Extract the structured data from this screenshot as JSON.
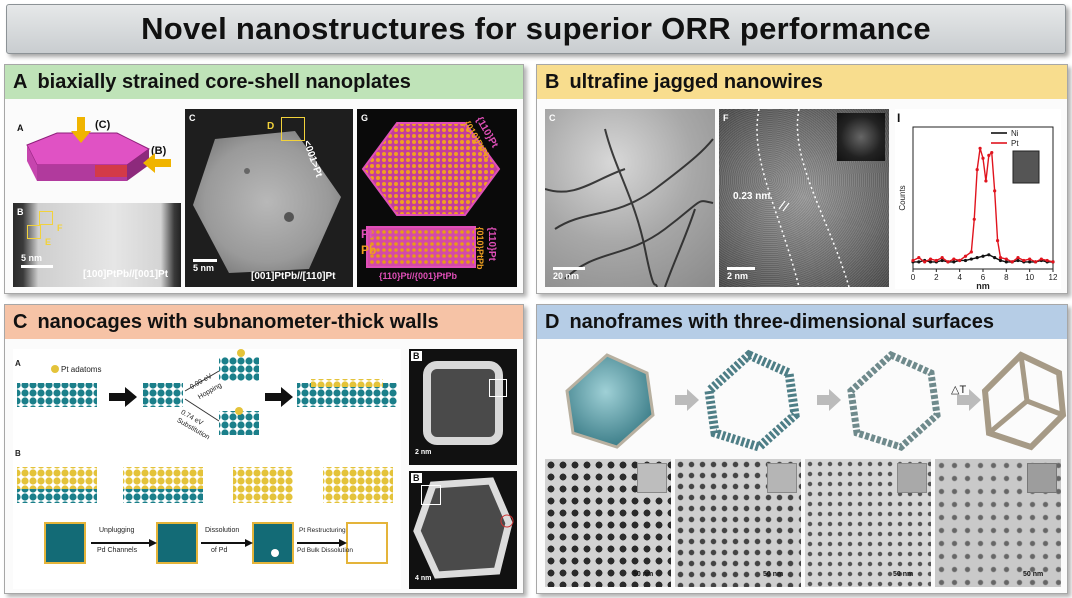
{
  "title": "Novel nanostructures for superior ORR performance",
  "panels": {
    "a": {
      "letter": "A",
      "heading": "biaxially strained core-shell nanoplates",
      "fig_a_label": "A",
      "fig_a_c": "(C)",
      "fig_a_b": "(B)",
      "fig_b_label": "B",
      "fig_b_f": "F",
      "fig_b_e": "E",
      "fig_b_scale": "5 nm",
      "fig_b_caption": "[100]PtPb//[001]Pt",
      "fig_c_label": "C",
      "fig_c_d": "D",
      "fig_c_side": "<001>Pt",
      "fig_c_scale": "5 nm",
      "fig_c_caption": "[001]PtPb//[110]Pt",
      "fig_g_label": "G",
      "fig_g_top1": "{110}Pt",
      "fig_g_top2": "{010}PtPb",
      "fig_g_pt": "Pt",
      "fig_g_pb": "Pb",
      "fig_g_right1": "{110}Pt",
      "fig_g_right2": "{010}PtPb",
      "fig_g_bottom": "{110}Pt//{001}PtPb"
    },
    "b": {
      "letter": "B",
      "heading": "ultrafine jagged nanowires",
      "fig_c_label": "C",
      "fig_c_scale": "20 nm",
      "fig_f_label": "F",
      "fig_f_spacing": "0.23 nm",
      "fig_f_scale": "2 nm",
      "fig_i_label": "I",
      "chart_data": {
        "type": "line",
        "xlabel": "nm",
        "ylabel": "Counts",
        "xlim": [
          0,
          12
        ],
        "xticks": [
          "0",
          "2",
          "4",
          "6",
          "8",
          "10",
          "12"
        ],
        "series": [
          {
            "name": "Ni",
            "color": "#111111",
            "x": [
              0,
              0.5,
              1,
              1.5,
              2,
              2.5,
              3,
              3.5,
              4,
              4.5,
              5,
              5.5,
              6,
              6.5,
              7,
              7.5,
              8,
              8.5,
              9,
              9.5,
              10,
              10.5,
              11,
              11.5,
              12
            ],
            "y": [
              0.05,
              0.05,
              0.06,
              0.05,
              0.05,
              0.06,
              0.05,
              0.05,
              0.06,
              0.06,
              0.07,
              0.08,
              0.09,
              0.1,
              0.08,
              0.06,
              0.05,
              0.05,
              0.06,
              0.05,
              0.05,
              0.05,
              0.06,
              0.05,
              0.05
            ]
          },
          {
            "name": "Pt",
            "color": "#e0141e",
            "x": [
              0,
              0.5,
              1,
              1.5,
              2,
              2.5,
              3,
              3.5,
              4,
              4.5,
              5,
              5.25,
              5.5,
              5.75,
              6,
              6.25,
              6.5,
              6.75,
              7,
              7.25,
              7.5,
              8,
              8.5,
              9,
              9.5,
              10,
              10.5,
              11,
              11.5,
              12
            ],
            "y": [
              0.06,
              0.08,
              0.05,
              0.07,
              0.06,
              0.08,
              0.05,
              0.07,
              0.06,
              0.09,
              0.12,
              0.35,
              0.7,
              0.85,
              0.78,
              0.62,
              0.8,
              0.82,
              0.55,
              0.2,
              0.08,
              0.07,
              0.05,
              0.08,
              0.06,
              0.07,
              0.05,
              0.07,
              0.06,
              0.05
            ]
          }
        ],
        "ylim": [
          0,
          1
        ]
      }
    },
    "c": {
      "letter": "C",
      "heading": "nanocages with subnanometer-thick walls",
      "sub_a": "A",
      "pt_adatoms": "Pt adatoms",
      "hop_energy": "0.99 eV",
      "hop_label": "Hopping",
      "sub_energy": "0.74 eV",
      "sub_label": "Substitution",
      "sub_b": "B",
      "step1": "Unplugging",
      "step1b": "Pd Channels",
      "step2": "Dissolution",
      "step2b": "of Pd",
      "step3": "Pt Restructuring",
      "step3b": "Pd Bulk Dissolution",
      "em1_label": "B",
      "em1_scale": "2 nm",
      "em2_label": "B",
      "em2_scale": "4 nm"
    },
    "d": {
      "letter": "D",
      "heading": "nanoframes with three-dimensional surfaces",
      "delta_t": "△T",
      "scale1": "50 nm",
      "scale2": "50 nm",
      "scale3": "50 nm",
      "scale4": "50 nm"
    }
  }
}
